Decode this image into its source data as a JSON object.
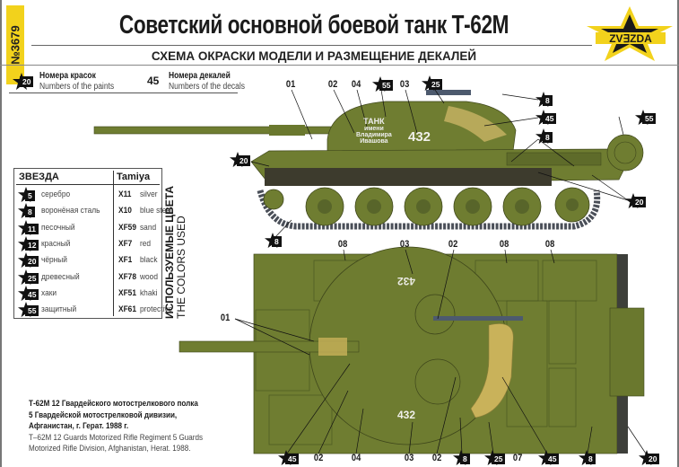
{
  "header": {
    "kit_number": "№3679",
    "title": "Советский основной боевой танк Т-62М",
    "subtitle": "СХЕМА ОКРАСКИ МОДЕЛИ И РАЗМЕЩЕНИЕ ДЕКАЛЕЙ",
    "brand_logo": "ZVEZDA"
  },
  "legend": {
    "paint_example": "20",
    "paint_ru": "Номера красок",
    "paint_en": "Numbers of the paints",
    "decal_example": "45",
    "decal_ru": "Номера декалей",
    "decal_en": "Numbers of the decals"
  },
  "paint_table": {
    "header_zvezda": "ЗВЕЗДА",
    "header_tamiya": "Tamiya",
    "rows": [
      {
        "num": "5",
        "ru": "серебро",
        "code": "X11",
        "en": "silver"
      },
      {
        "num": "8",
        "ru": "воронёная сталь",
        "code": "X10",
        "en": "blue steel"
      },
      {
        "num": "11",
        "ru": "песочный",
        "code": "XF59",
        "en": "sand"
      },
      {
        "num": "12",
        "ru": "красный",
        "code": "XF7",
        "en": "red"
      },
      {
        "num": "20",
        "ru": "чёрный",
        "code": "XF1",
        "en": "black"
      },
      {
        "num": "25",
        "ru": "древесный",
        "code": "XF78",
        "en": "wood"
      },
      {
        "num": "45",
        "ru": "хаки",
        "code": "XF51",
        "en": "khaki"
      },
      {
        "num": "55",
        "ru": "защитный",
        "code": "XF61",
        "en": "protective"
      }
    ],
    "side_title_ru": "ИСПОЛЬЗУЕМЫЕ ЦВЕТА",
    "side_title_en": "THE COLORS USED"
  },
  "side_view": {
    "turret_number": "432",
    "inscription": [
      "ТАНК",
      "имени",
      "Владимира",
      "Ивашова"
    ],
    "callouts": [
      "01",
      "02",
      "04",
      "55",
      "03",
      "25",
      "8",
      "45",
      "8",
      "55",
      "20",
      "20",
      "8"
    ]
  },
  "top_view": {
    "turret_number": "432",
    "callouts_top": [
      "08",
      "03",
      "02",
      "08",
      "08"
    ],
    "callout_left": "01",
    "callouts_bottom": [
      "45",
      "02",
      "04",
      "03",
      "02",
      "8",
      "25",
      "07",
      "45",
      "8",
      "20"
    ]
  },
  "caption": {
    "ru": [
      "Т-62М 12 Гвардейского мотострелкового полка",
      "5 Гвардейской мотострелковой дивизии,",
      "Афганистан, г. Герат. 1988 г."
    ],
    "en": [
      "T–62M 12 Guards Motorized Rifle Regiment 5 Guards",
      "Motorized Rifle Division, Afghanistan, Herat. 1988."
    ]
  },
  "colors": {
    "olive": "#6f7d31",
    "olive_dark": "#58652a",
    "sand": "#c9b25a",
    "yellow": "#f2d21c",
    "track": "#4a4f58"
  }
}
